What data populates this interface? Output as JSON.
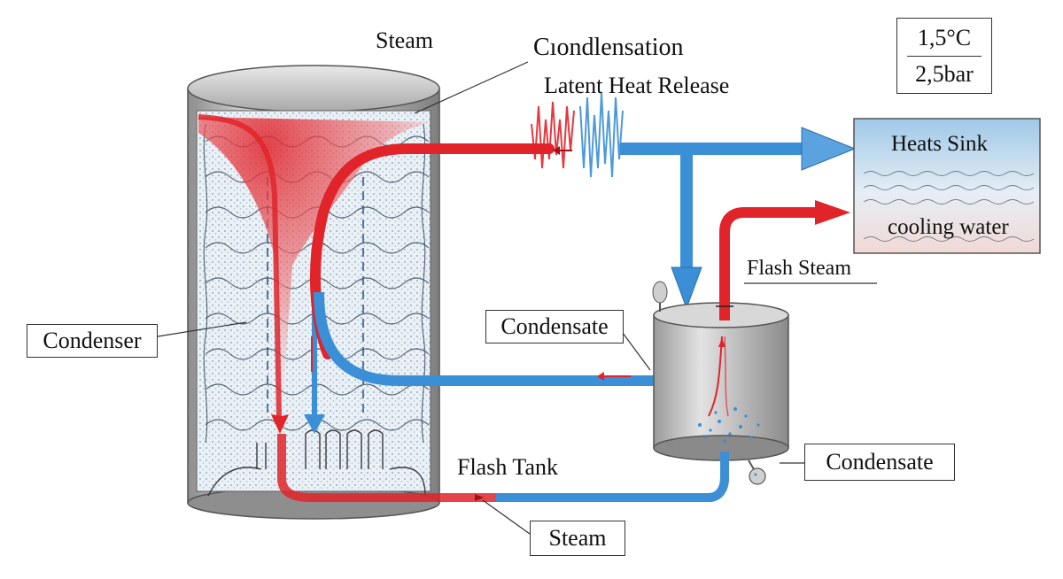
{
  "labels": {
    "steam_top": "Steam",
    "condensation": "Cıondlensation",
    "latent_heat": "Latent Heat Release",
    "heat_sink": "Heats Sink",
    "cooling_water": "cooling water",
    "flash_steam": "Flash Steam",
    "condensate_mid": "Condensate",
    "condenser": "Condenser",
    "flash_tank": "Flash Tank",
    "condensate_right": "Condensate",
    "steam_bottom": "Steam"
  },
  "readout": {
    "temperature": "1,5°C",
    "pressure": "2,5bar"
  },
  "colors": {
    "hot": "#e0242a",
    "cold": "#3a8fd6",
    "vessel": "#b9b9b9",
    "ink": "#111111"
  }
}
